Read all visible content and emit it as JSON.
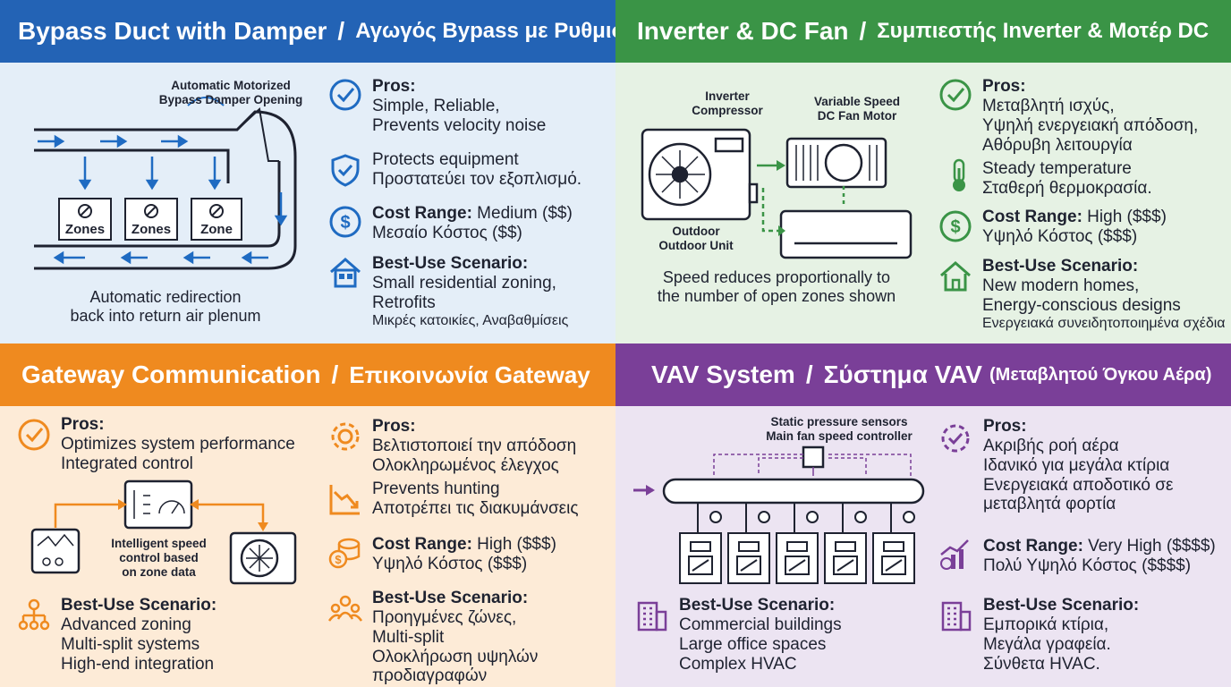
{
  "q1": {
    "title": "Bypass Duct with Damper",
    "title_el": "Αγωγός Bypass με Ρυθμιστή",
    "slash": "/",
    "color": "#2363b5",
    "bg": "#e4eef8",
    "damper_label": "Automatic Motorized\nBypass Damper Opening",
    "zones": [
      "Zones",
      "Zones",
      "Zone"
    ],
    "caption": "Automatic redirection\nback into return air plenum",
    "pros_label": "Pros:",
    "pros_text": "Simple, Reliable,\nPrevents velocity noise",
    "protect_text": "Protects equipment\nΠροστατεύει τον εξοπλισμό.",
    "cost_label": "Cost Range:",
    "cost_value": " Medium ($$)",
    "cost_el": "Μεσαίο Κόστος ($$)",
    "use_label": "Best-Use Scenario:",
    "use_text": "Small residential zoning,\nRetrofits",
    "use_el": "Μικρές κατοικίες, Αναβαθμίσεις",
    "icons": [
      "check-circle-icon",
      "shield-check-icon",
      "dollar-circle-icon",
      "house-icon"
    ]
  },
  "q2": {
    "title": "Inverter & DC Fan",
    "title_el": "Συμπιεστής Inverter & Μοτέρ DC",
    "slash": "/",
    "color": "#3a9446",
    "bg": "#e6f2e4",
    "compressor_label": "Inverter\nCompressor",
    "fan_label": "Variable Speed\nDC Fan Motor",
    "outdoor_label": "Outdoor\nOutdoor Unit",
    "caption": "Speed reduces proportionally to\nthe number of open zones shown",
    "pros_label": "Pros:",
    "pros_text": "Μεταβλητή ισχύς,\nΥψηλή ενεργειακή απόδοση,\nΑθόρυβη λειτουργία",
    "steady_text": "Steady temperature\nΣταθερή θερμοκρασία.",
    "cost_label": "Cost Range:",
    "cost_value": " High ($$$)",
    "cost_el": "Υψηλό Κόστος ($$$)",
    "use_label": "Best-Use Scenario:",
    "use_text": "New modern homes,\nEnergy-conscious designs",
    "use_el": "Ενεργειακά συνειδητοποιημένα σχέδια",
    "icons": [
      "check-circle-icon",
      "thermometer-icon",
      "dollar-circle-icon",
      "house-icon"
    ]
  },
  "q3": {
    "title": "Gateway Communication",
    "title_el": "Επικοινωνία Gateway",
    "slash": "/",
    "color": "#ef8a1f",
    "bg": "#fdebd7",
    "pros_label": "Pros:",
    "pros_text": "Optimizes system performance\nIntegrated control",
    "diagram_label": "Intelligent speed\ncontrol based\non zone data",
    "pros2_label": "Pros:",
    "pros2_text": "Βελτιστοποιεί την απόδοση\nΟλοκληρωμένος έλεγχος",
    "hunting_text": "Prevents hunting\nΑποτρέπει τις διακυμάνσεις",
    "cost_label": "Cost Range:",
    "cost_value": " High ($$$)",
    "cost_el": "Υψηλό Κόστος ($$$)",
    "use_label": "Best-Use Scenario:",
    "use_text": "Advanced zoning\nMulti-split systems\nHigh-end integration",
    "use2_label": "Best-Use Scenario:",
    "use2_text": "Προηγμένες ζώνες,\nMulti-split\nΟλοκλήρωση υψηλών\nπροδιαγραφών",
    "icons": [
      "check-circle-icon",
      "gear-icon",
      "chart-down-icon",
      "coins-icon",
      "network-icon",
      "people-icon"
    ]
  },
  "q4": {
    "title": "VAV System",
    "title_el": "Σύστημα VAV",
    "title_paren": "(Μεταβλητού Όγκου Αέρα)",
    "slash": "/",
    "color": "#7a3f98",
    "bg": "#ece4f2",
    "sensor_label": "Static pressure sensors\nMain fan speed controller",
    "pros_label": "Pros:",
    "pros_text": "Ακριβής ροή αέρα\nΙδανικό για μεγάλα κτίρια\nΕνεργειακά αποδοτικό σε\nμεταβλητά φορτία",
    "cost_label": "Cost Range:",
    "cost_value": " Very High ($$$$)",
    "cost_el": "Πολύ Υψηλό Κόστος ($$$$)",
    "use_label": "Best-Use Scenario:",
    "use_text": "Commercial buildings\nLarge office spaces\nComplex HVAC",
    "use2_label": "Best-Use Scenario:",
    "use2_text": "Εμπορικά κτίρια,\nΜεγάλα γραφεία.\nΣύνθετα HVAC.",
    "icons": [
      "gear-check-icon",
      "chart-up-icon",
      "building-icon",
      "building-icon"
    ]
  }
}
